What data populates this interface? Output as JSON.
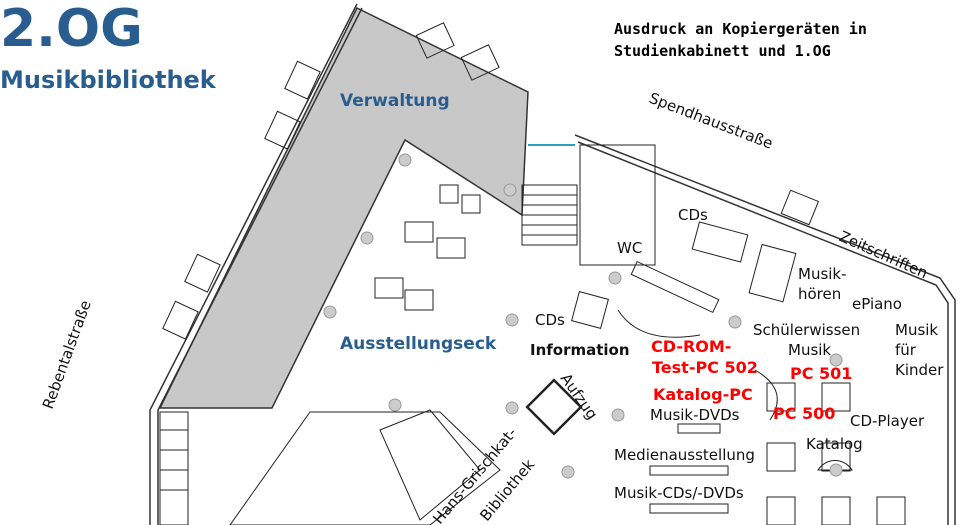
{
  "header": {
    "floor": "2.OG",
    "subtitle": "Musikbibliothek"
  },
  "note": {
    "line1": "Ausdruck an Kopiergeräten in",
    "line2": "Studienkabinett und 1.OG"
  },
  "streets": {
    "top": "Spendhausstraße",
    "left": "Rebentalstraße"
  },
  "areas": {
    "verwaltung": "Verwaltung",
    "ausstellungseck": "Ausstellungseck",
    "information": "Information",
    "aufzug": "Aufzug",
    "hgb1": "Hans-Grischkat-",
    "hgb2": "Bibliothek",
    "wc": "WC",
    "cds_top": "CDs",
    "cds_left": "CDs",
    "musikhoeren1": "Musik-",
    "musikhoeren2": "hören",
    "zeitschriften": "Zeitschriften",
    "epiano": "ePiano",
    "schuelerwissen1": "Schülerwissen",
    "schuelerwissen2": "Musik",
    "kinder1": "Musik",
    "kinder2": "für",
    "kinder3": "Kinder",
    "cdplayer": "CD-Player",
    "katalog": "Katalog",
    "musikdvds": "Musik-DVDs",
    "medienausstellung": "Medienausstellung",
    "musikcds": "Musik-CDs/-DVDs"
  },
  "pcs": {
    "pc502_1": "CD-ROM-",
    "pc502_2": "Test-PC 502",
    "pc501": "PC 501",
    "katalogpc": "Katalog-PC",
    "pc500": "PC 500"
  },
  "colors": {
    "title": "#2a5d8f",
    "pc": "#ff0000",
    "office": "#c8c8c8"
  }
}
